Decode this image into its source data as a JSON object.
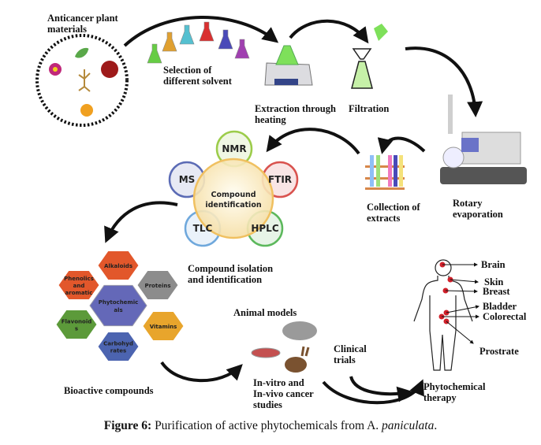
{
  "labels": {
    "plant_materials": "Anticancer plant\nmaterials",
    "solvent": "Selection of\ndifferent solvent",
    "extraction": "Extraction through\nheating",
    "filtration": "Filtration",
    "rotary": "Rotary\nevaporation",
    "collection": "Collection of\nextracts",
    "isolation": "Compound isolation\nand identification",
    "bioactive": "Bioactive compounds",
    "animal_models": "Animal models",
    "invitro": "In-vitro and\nIn-vivo cancer\nstudies",
    "clinical": "Clinical\ntrials",
    "therapy": "Phytochemical\ntherapy"
  },
  "identification": {
    "center": [
      "Compound",
      "identification"
    ],
    "techniques": [
      {
        "label": "NMR",
        "color": "#9ccc4a"
      },
      {
        "label": "FTIR",
        "color": "#d9534f"
      },
      {
        "label": "HPLC",
        "color": "#5cb85c"
      },
      {
        "label": "TLC",
        "color": "#6fa8dc"
      },
      {
        "label": "MS",
        "color": "#5b6bb5"
      }
    ]
  },
  "phytochemicals": {
    "center": [
      "Phytochemic",
      "als"
    ],
    "groups": [
      {
        "lines": [
          "Alkaloids"
        ],
        "color": "#e2572b"
      },
      {
        "lines": [
          "Proteins"
        ],
        "color": "#8c8c8c"
      },
      {
        "lines": [
          "Vitamins"
        ],
        "color": "#e8a52c"
      },
      {
        "lines": [
          "Carbohyd",
          "rates"
        ],
        "color": "#4c64b0"
      },
      {
        "lines": [
          "Flavonoid",
          "s"
        ],
        "color": "#5c9a3a"
      },
      {
        "lines": [
          "Phenolics",
          "and",
          "aromatic"
        ],
        "color": "#e2572b"
      }
    ]
  },
  "solvent_colors": [
    "#66cc44",
    "#e0a030",
    "#55c0d0",
    "#d93030",
    "#4a4ab8",
    "#a040b0"
  ],
  "cancer_targets": [
    "Brain",
    "Skin",
    "Breast",
    "Bladder",
    "Colorectal",
    "Prostrate"
  ],
  "caption": {
    "prefix": "Figure 6:",
    "text": " Purification of active phytochemicals from A. ",
    "species": "paniculata",
    "suffix": "."
  }
}
